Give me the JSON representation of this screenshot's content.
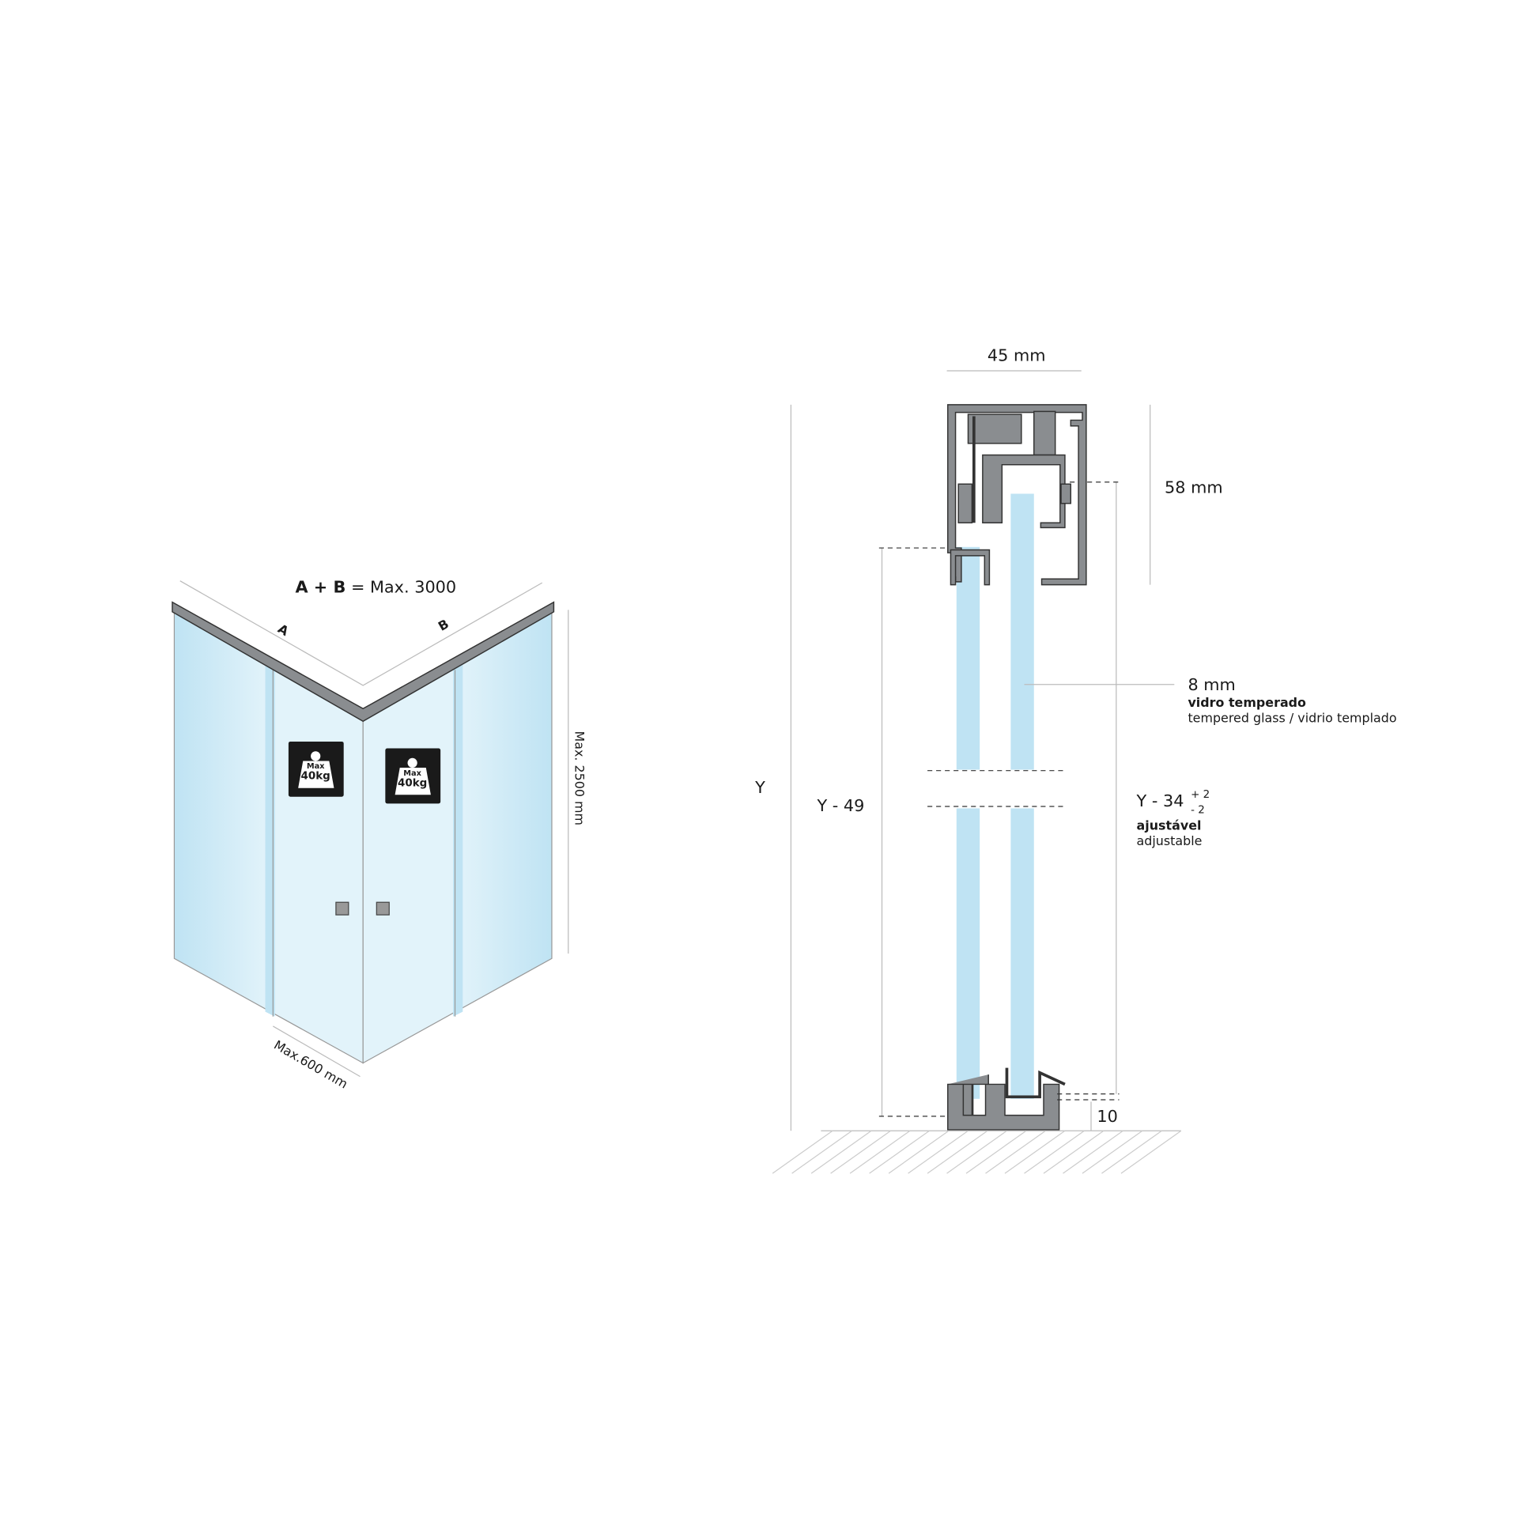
{
  "left_figure": {
    "width_label_bold": "A + B",
    "width_label_rest": "= Max. 3000",
    "side_a": "A",
    "side_b": "B",
    "height_label": "Max. 2500 mm",
    "depth_label": "Max.600 mm",
    "weight_badge": {
      "line1": "Max",
      "line2": "40kg"
    }
  },
  "right_figure": {
    "width": "45 mm",
    "header_height": "58 mm",
    "glass_thickness": "8 mm",
    "glass_pt": "vidro temperado",
    "glass_en_es": "tempered glass / vidrio templado",
    "total_height": "Y",
    "fixed_height": "Y - 49",
    "door_height": "Y - 34",
    "tol_plus": "+ 2",
    "tol_minus": "- 2",
    "adjust_pt": "ajustável",
    "adjust_en": "adjustable",
    "bottom_gap": "10"
  },
  "colors": {
    "glass": "#bfe3f3",
    "profile": "#8a8d90",
    "badge": "#1a1a1a"
  }
}
